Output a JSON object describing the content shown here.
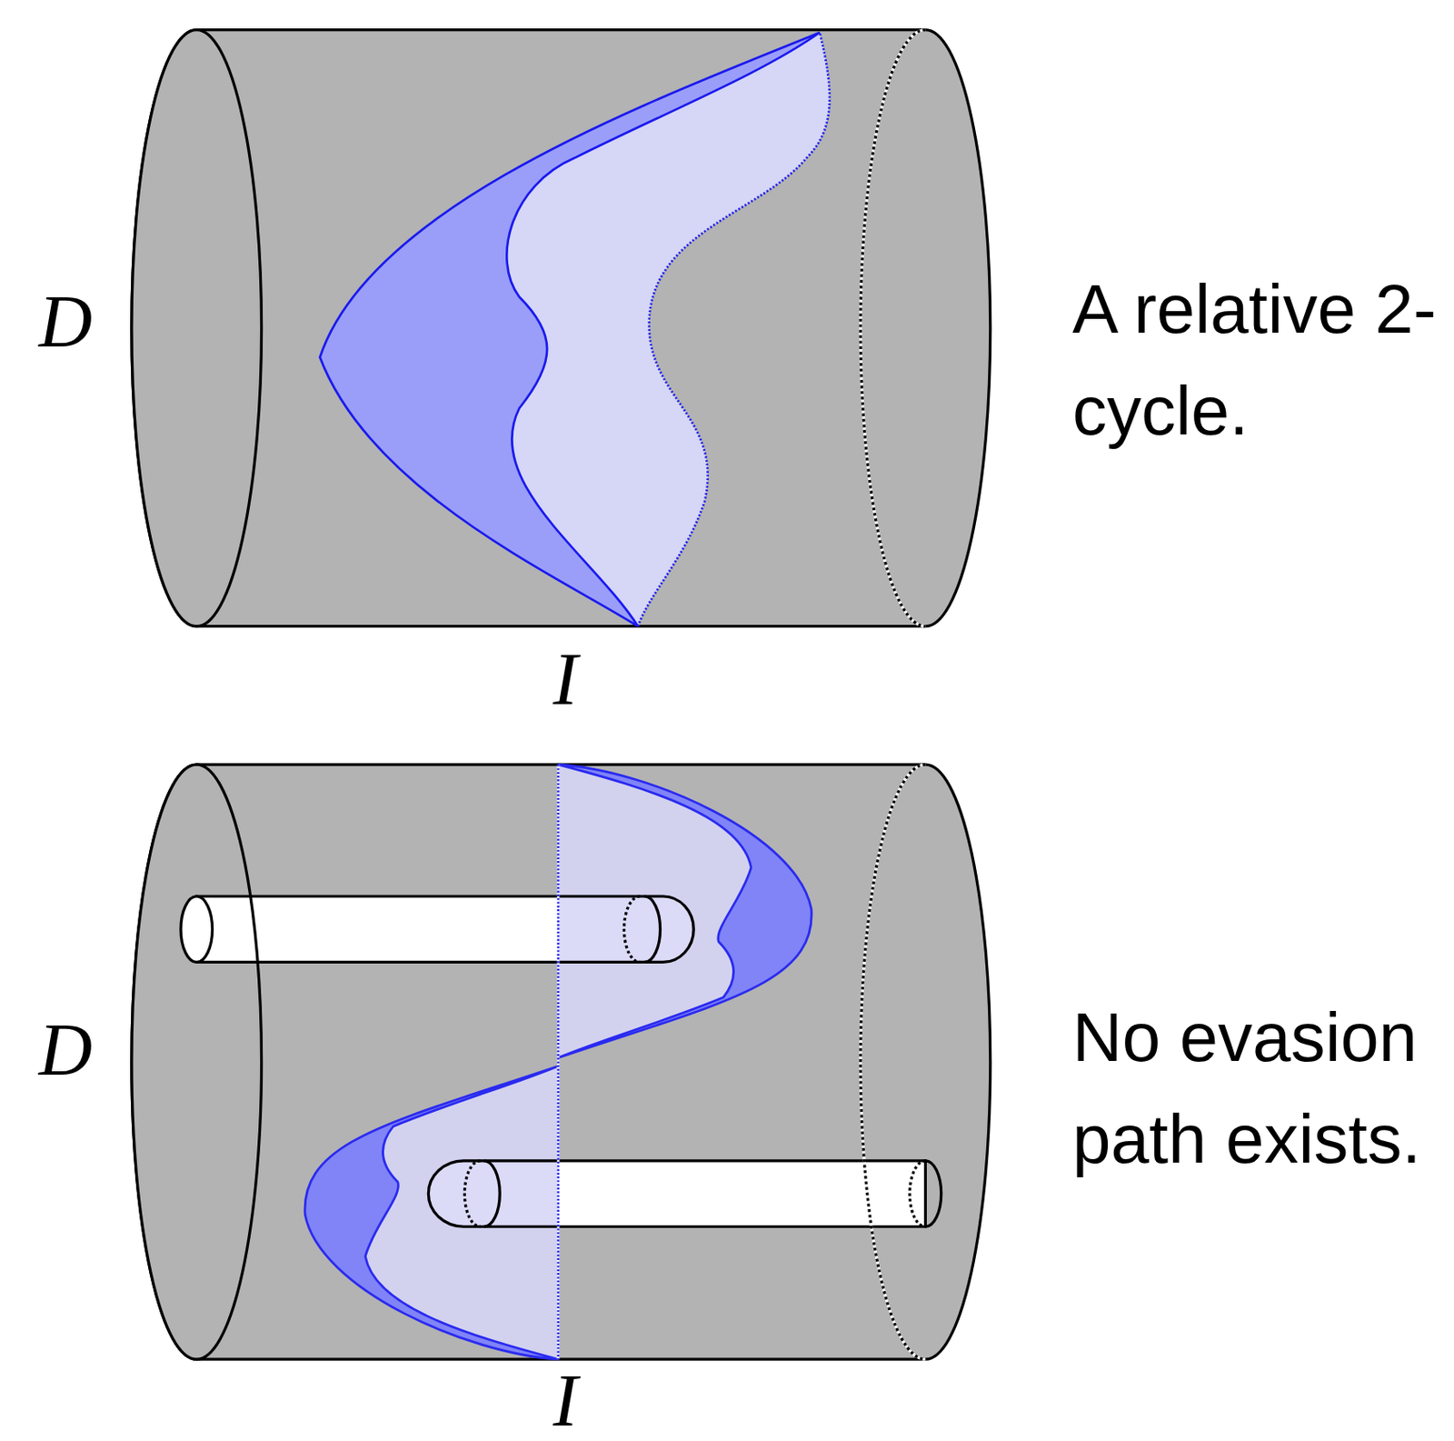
{
  "diagram": {
    "labels": [
      "D",
      "I",
      "A relative 2-cycle.",
      "D",
      "I",
      "No evasion path exists."
    ]
  }
}
